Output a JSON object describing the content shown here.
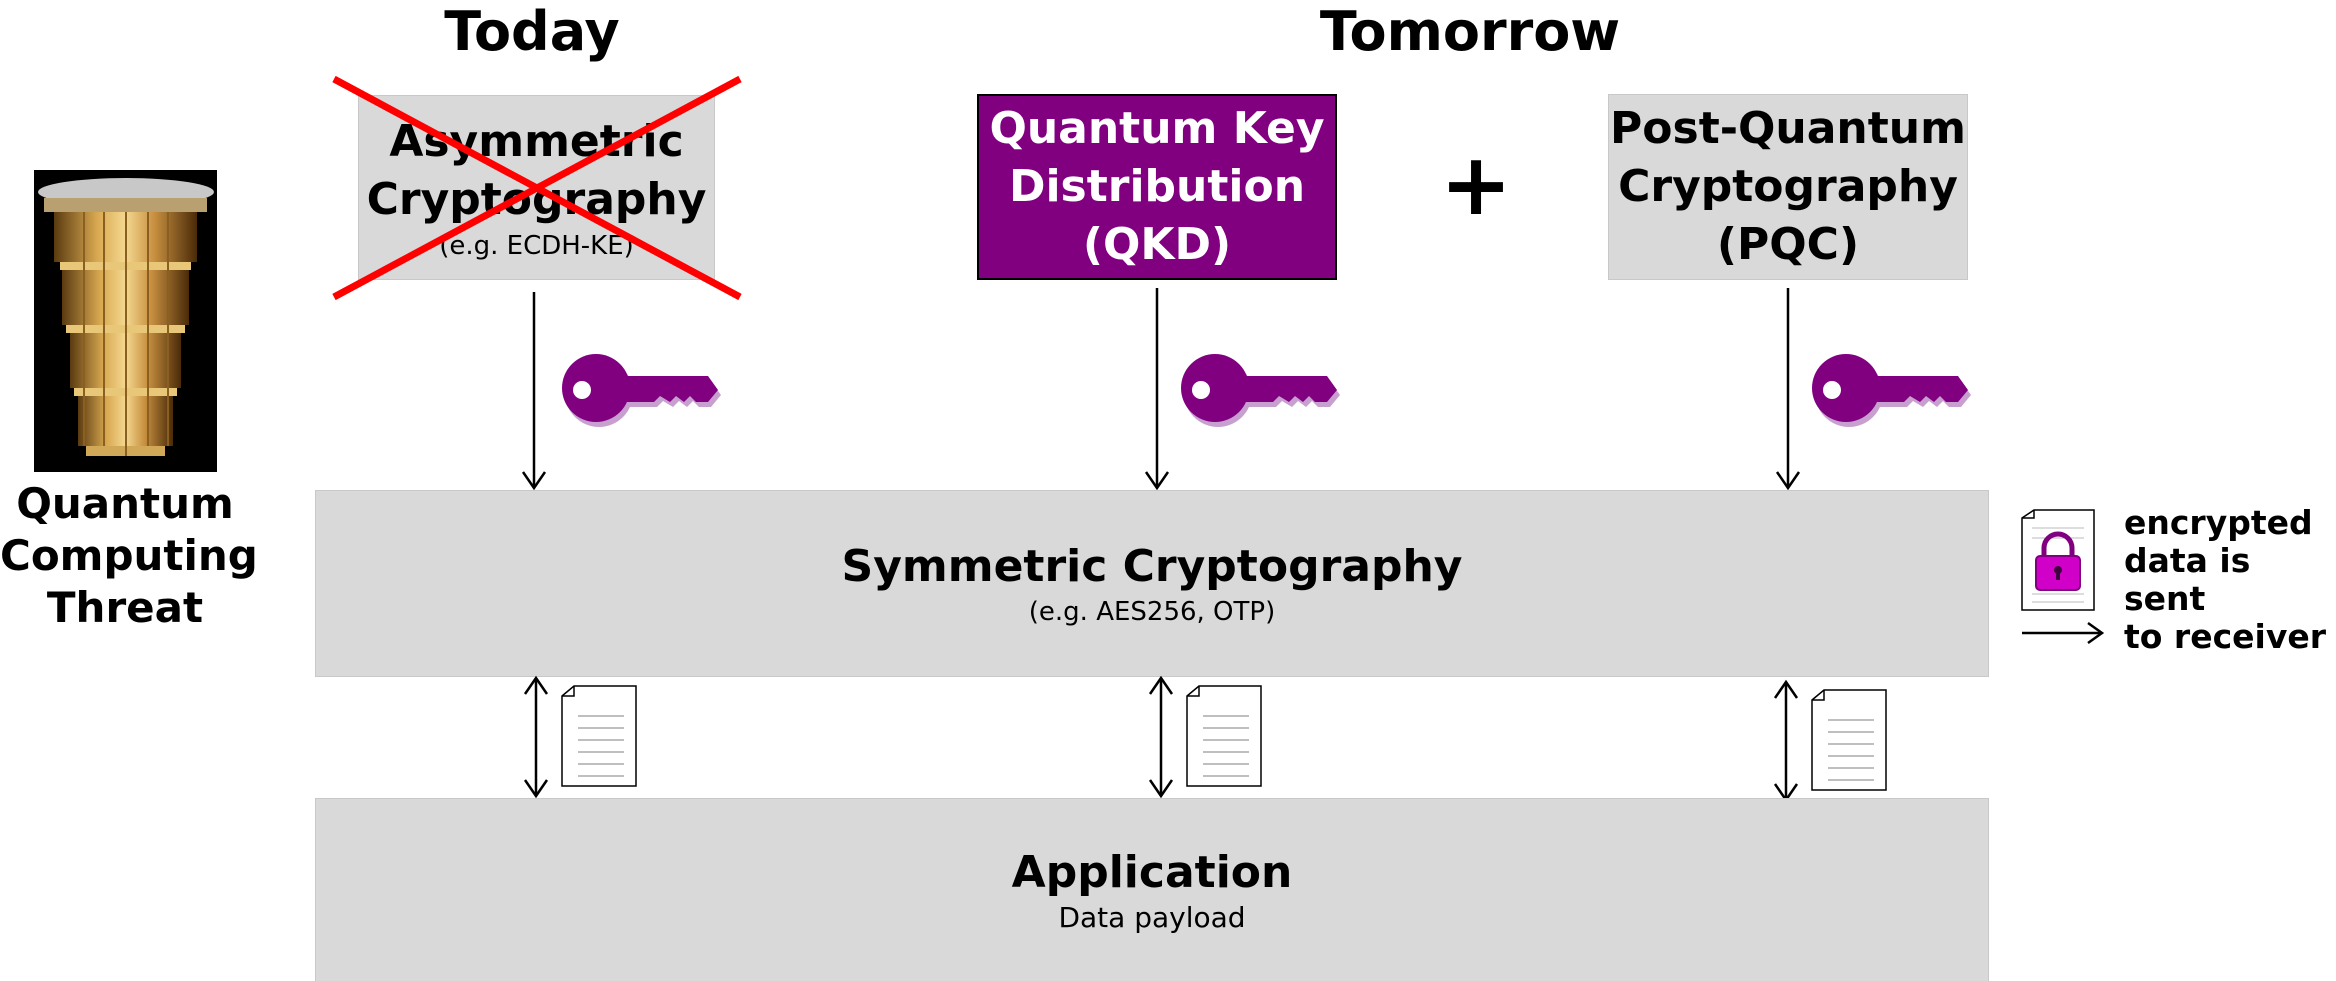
{
  "headings": {
    "today": "Today",
    "tomorrow": "Tomorrow"
  },
  "threat": {
    "line1": "Quantum",
    "line2": "Computing",
    "line3": "Threat"
  },
  "asymmetric": {
    "line1": "Asymmetric",
    "line2": "Cryptography",
    "example": "(e.g. ECDH-KE)"
  },
  "qkd": {
    "line1": "Quantum Key",
    "line2": "Distribution",
    "line3": "(QKD)"
  },
  "plus": "+",
  "pqc": {
    "line1": "Post-Quantum",
    "line2": "Cryptography",
    "line3": "(PQC)"
  },
  "symmetric": {
    "title": "Symmetric Cryptography",
    "example": "(e.g. AES256, OTP)"
  },
  "application": {
    "title": "Application",
    "subtitle": "Data payload"
  },
  "encrypted_note": {
    "line1": "encrypted",
    "line2": "data is sent",
    "line3": "to receiver"
  },
  "colors": {
    "purple": "#800080",
    "key_shadow": "#c8a0d0",
    "box_gray": "#d9d9d9",
    "cross_red": "#ff0000",
    "lock_pink": "#d000c8"
  },
  "icons": [
    "quantum-computer-image",
    "key-icon",
    "document-icon",
    "lock-icon",
    "cross-mark"
  ]
}
